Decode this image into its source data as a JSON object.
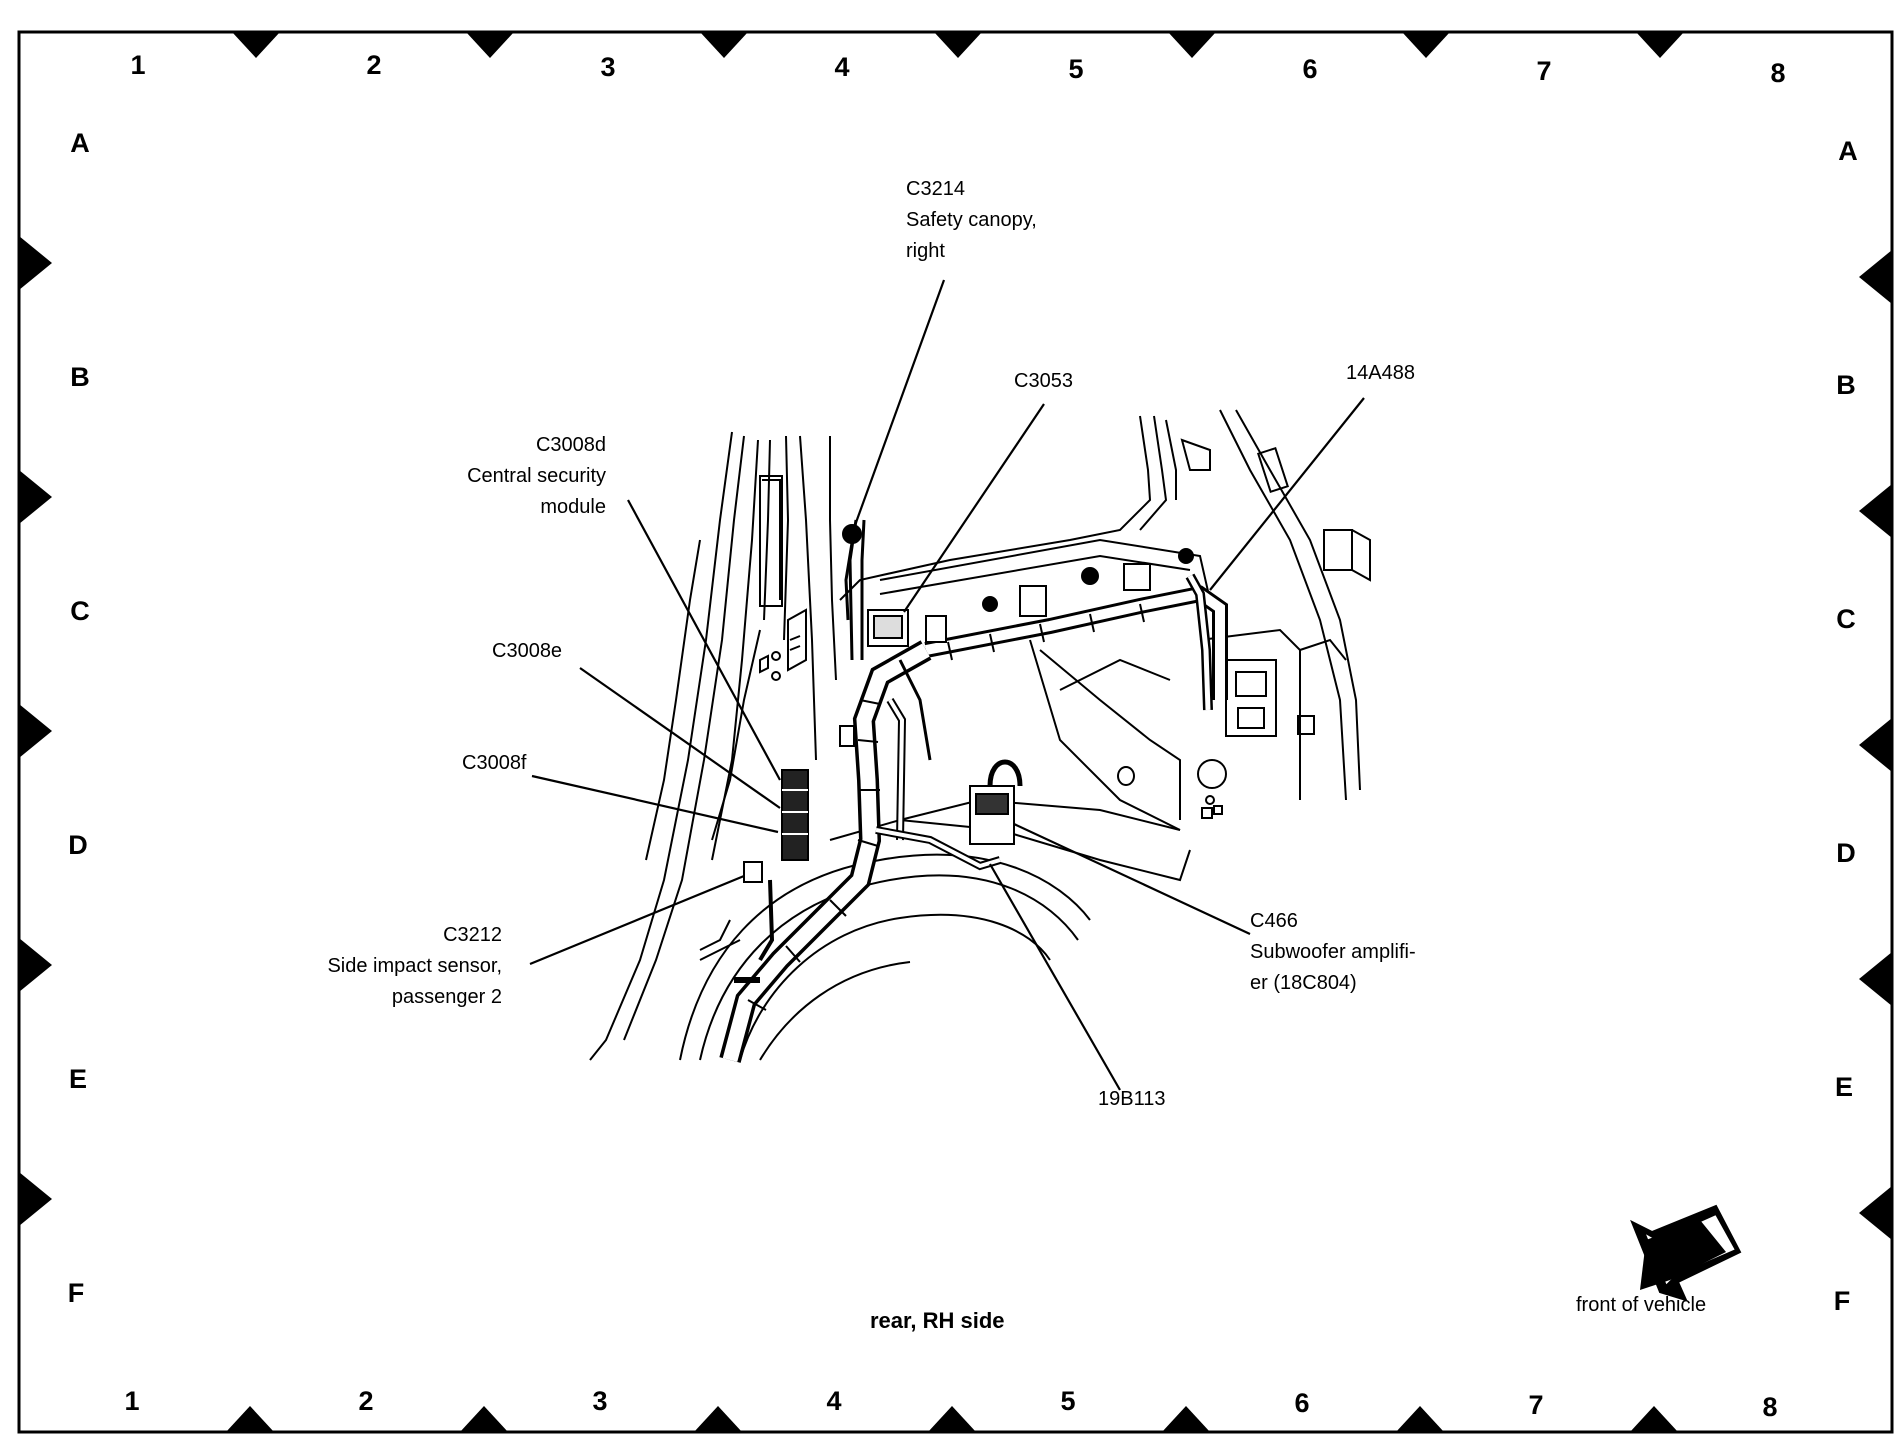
{
  "diagram": {
    "caption": "rear, RH side",
    "front_label": "front of vehicle",
    "grid": {
      "columns": [
        "1",
        "2",
        "3",
        "4",
        "5",
        "6",
        "7",
        "8"
      ],
      "rows": [
        "A",
        "B",
        "C",
        "D",
        "E",
        "F"
      ]
    },
    "callouts": {
      "c3214": {
        "code": "C3214",
        "line1": "Safety canopy,",
        "line2": "right"
      },
      "c3053": {
        "code": "C3053"
      },
      "h14a488": {
        "code": "14A488"
      },
      "c3008d": {
        "code": "C3008d",
        "line1": "Central security",
        "line2": "module"
      },
      "c3008e": {
        "code": "C3008e"
      },
      "c3008f": {
        "code": "C3008f"
      },
      "c3212": {
        "code": "C3212",
        "line1": "Side impact sensor,",
        "line2": "passenger 2"
      },
      "c466": {
        "code": "C466",
        "line1": "Subwoofer amplifi-",
        "line2": "er (18C804)"
      },
      "h19b113": {
        "code": "19B113"
      }
    }
  }
}
